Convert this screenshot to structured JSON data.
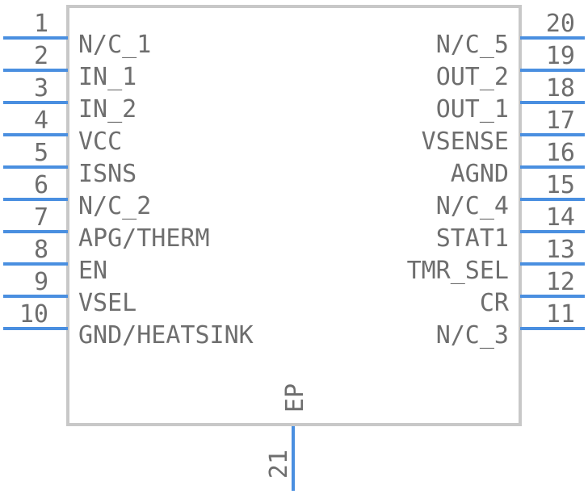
{
  "left_pins": [
    {
      "number": "1",
      "name": "N/C_1"
    },
    {
      "number": "2",
      "name": "IN_1"
    },
    {
      "number": "3",
      "name": "IN_2"
    },
    {
      "number": "4",
      "name": "VCC"
    },
    {
      "number": "5",
      "name": "ISNS"
    },
    {
      "number": "6",
      "name": "N/C_2"
    },
    {
      "number": "7",
      "name": "APG/THERM"
    },
    {
      "number": "8",
      "name": "EN"
    },
    {
      "number": "9",
      "name": "VSEL"
    },
    {
      "number": "10",
      "name": "GND/HEATSINK"
    }
  ],
  "right_pins": [
    {
      "number": "20",
      "name": "N/C_5"
    },
    {
      "number": "19",
      "name": "OUT_2"
    },
    {
      "number": "18",
      "name": "OUT_1"
    },
    {
      "number": "17",
      "name": "VSENSE"
    },
    {
      "number": "16",
      "name": "AGND"
    },
    {
      "number": "15",
      "name": "N/C_4"
    },
    {
      "number": "14",
      "name": "STAT1"
    },
    {
      "number": "13",
      "name": "TMR_SEL"
    },
    {
      "number": "12",
      "name": "CR"
    },
    {
      "number": "11",
      "name": "N/C_3"
    }
  ],
  "bottom_pin": {
    "number": "21",
    "name": "EP"
  },
  "colors": {
    "pin": "#4a8fe0",
    "body_outline": "#c8c8c8",
    "text": "#6e6e6e"
  }
}
